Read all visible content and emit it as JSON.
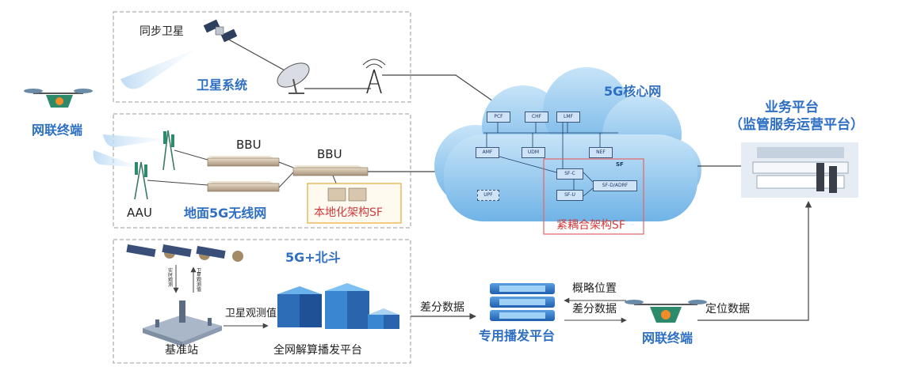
{
  "satellite": {
    "sync_sat": "同步卫星",
    "system": "卫星系统"
  },
  "terminal_left": "网联终端",
  "ground": {
    "bbu1": "BBU",
    "bbu2": "BBU",
    "aau": "AAU",
    "network": "地面5G无线网",
    "local_sf": "本地化架构SF"
  },
  "core": {
    "title": "5G核心网",
    "nodes": [
      "PCF",
      "CHF",
      "LMF",
      "AMF",
      "UDM",
      "NEF",
      "UPF"
    ],
    "sf_label": "SF",
    "sf_c": "SF-C",
    "sf_u": "SF-U",
    "sf_d": "SF-D/ADRF",
    "tight_sf": "紧耦合架构SF"
  },
  "platform": {
    "title1": "业务平台",
    "title2": "（监管服务运营平台）"
  },
  "beidou": {
    "title": "5G+北斗",
    "arrow1": "实时观测",
    "arrow2": "卫星观测值",
    "station": "基准站",
    "obs_value": "卫星观测值",
    "net_platform": "全网解算播发平台"
  },
  "broadcast": {
    "diff1": "差分数据",
    "label": "专用播发平台",
    "approx": "概略位置",
    "diff2": "差分数据"
  },
  "terminal_right": {
    "label": "网联终端",
    "position": "定位数据"
  },
  "colors": {
    "accent_blue": "#2e6fc4",
    "red": "#d23a3a",
    "cloud": "#8fc5ee",
    "dash": "#9a9a9a"
  }
}
